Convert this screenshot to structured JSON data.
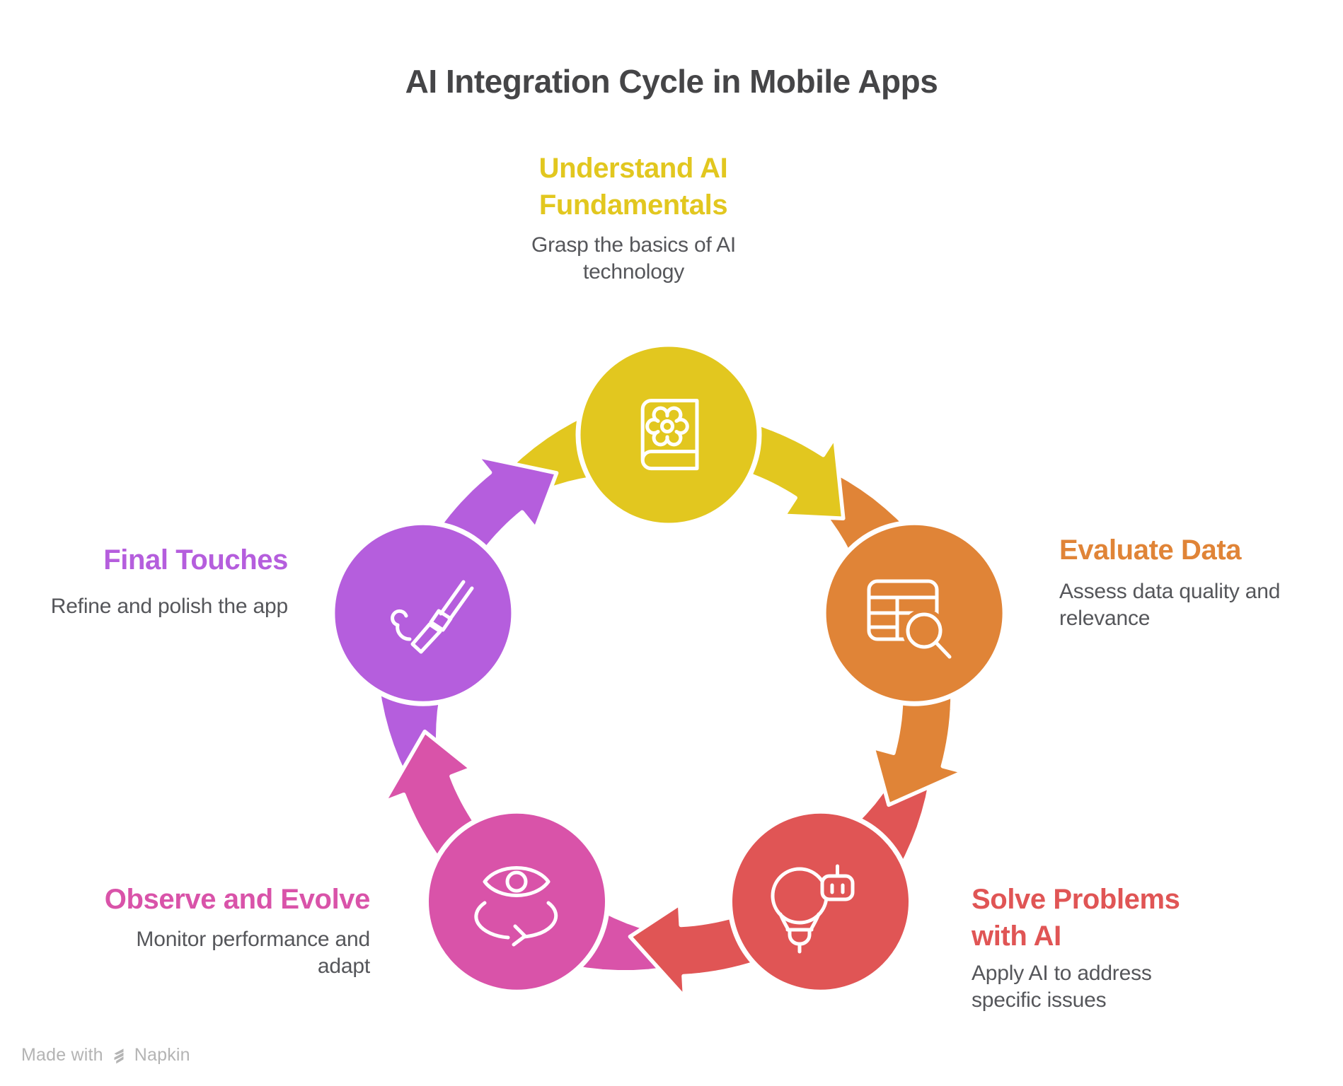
{
  "title": "AI Integration Cycle in Mobile Apps",
  "nodes": [
    {
      "id": "understand-ai",
      "label": "Understand AI Fundamentals",
      "description": "Grasp the basics of AI technology",
      "color": "#E2C71F",
      "icon": "book-gear-icon"
    },
    {
      "id": "evaluate-data",
      "label": "Evaluate Data",
      "description": "Assess data quality and relevance",
      "color": "#E08437",
      "icon": "table-search-icon"
    },
    {
      "id": "solve-problems",
      "label": "Solve Problems with AI",
      "description": "Apply AI to address specific issues",
      "color": "#E05555",
      "icon": "lightbulb-robot-icon"
    },
    {
      "id": "observe-evolve",
      "label": "Observe and Evolve",
      "description": "Monitor performance and adapt",
      "color": "#D953A9",
      "icon": "eye-rotate-icon"
    },
    {
      "id": "final-touches",
      "label": "Final Touches",
      "description": "Refine and polish the app",
      "color": "#B55EDD",
      "icon": "paintbrush-icon"
    }
  ],
  "watermark": {
    "text": "Made with",
    "brand": "Napkin"
  },
  "colors": {
    "title": "#454547",
    "body_text": "#55565A",
    "watermark": "#B4B4B4",
    "outline": "#FFFFFF",
    "background": "#FFFFFF"
  }
}
